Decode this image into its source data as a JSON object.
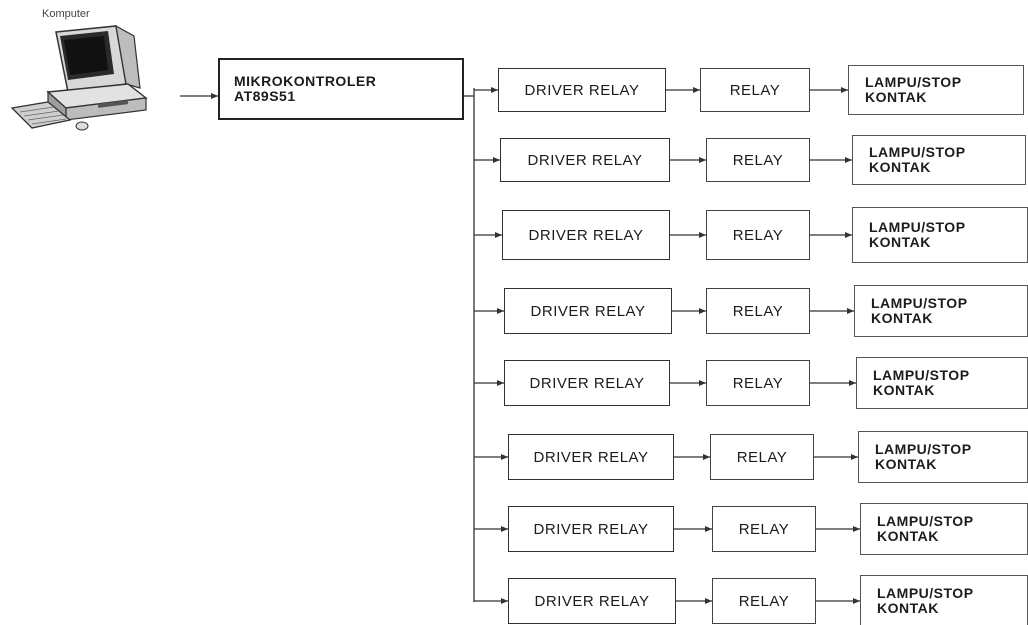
{
  "computer": {
    "label": "Komputer",
    "icon": "computer-icon"
  },
  "microcontroller": {
    "line1": "MIKROKONTROLER",
    "line2": "AT89S51"
  },
  "channels": [
    {
      "driver": "DRIVER RELAY",
      "relay": "RELAY",
      "load": "LAMPU/STOP\nKONTAK"
    },
    {
      "driver": "DRIVER RELAY",
      "relay": "RELAY",
      "load": "LAMPU/STOP\nKONTAK"
    },
    {
      "driver": "DRIVER RELAY",
      "relay": "RELAY",
      "load": "LAMPU/STOP\nKONTAK"
    },
    {
      "driver": "DRIVER RELAY",
      "relay": "RELAY",
      "load": "LAMPU/STOP\nKONTAK"
    },
    {
      "driver": "DRIVER RELAY",
      "relay": "RELAY",
      "load": "LAMPU/STOP\nKONTAK"
    },
    {
      "driver": "DRIVER RELAY",
      "relay": "RELAY",
      "load": "LAMPU/STOP\nKONTAK"
    },
    {
      "driver": "DRIVER RELAY",
      "relay": "RELAY",
      "load": "LAMPU/STOP\nKONTAK"
    },
    {
      "driver": "DRIVER RELAY",
      "relay": "RELAY",
      "load": "LAMPU/STOP\nKONTAK"
    }
  ]
}
